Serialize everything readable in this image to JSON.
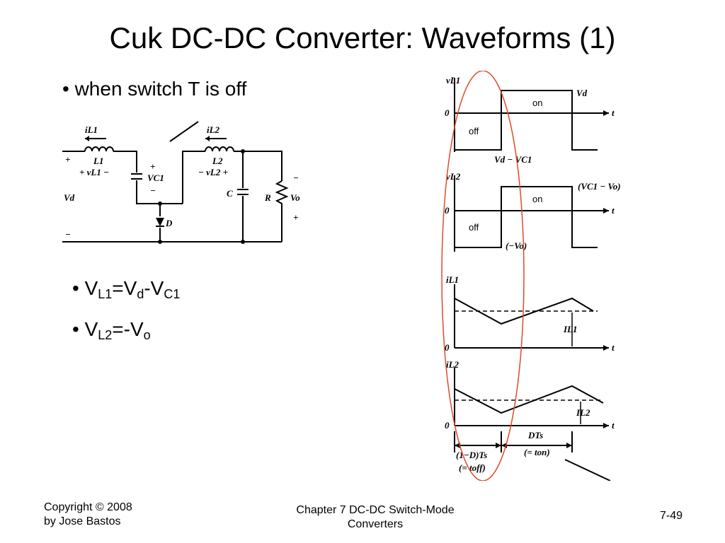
{
  "slide": {
    "title": "Cuk DC-DC Converter: Waveforms (1)",
    "bullet_main": "• when switch T is off",
    "eq1": {
      "b": "• V",
      "s1": "L1",
      "m": "=V",
      "s2": "d",
      "m2": "-V",
      "s3": "C1"
    },
    "eq2": {
      "b": "• V",
      "s1": "L2",
      "m": "=-V",
      "s2": "o"
    }
  },
  "circuit": {
    "iL1": "iL1",
    "iL2": "iL2",
    "L1": "L1",
    "L2": "L2",
    "vL1": "+ vL1 −",
    "vL2": "− vL2 +",
    "vC1": "VC1",
    "C": "C",
    "R": "R",
    "Vo": "Vo",
    "Vd": "Vd",
    "D": "D",
    "plus": "+",
    "minus": "−"
  },
  "waveforms": {
    "vL1": "vL1",
    "vL2": "vL2",
    "iL1": "iL1",
    "iL2": "iL2",
    "zero": "0",
    "t": "t",
    "on": "on",
    "off": "off",
    "Vd": "Vd",
    "VdVC1": "Vd − VC1",
    "VC1Vo": "(VC1 − Vo)",
    "negVo": "(−Vo)",
    "IL1": "IL1",
    "IL2": "IL2",
    "DTs": "DTs",
    "ton": "(= ton)",
    "oneMinusD": "(1−D)Ts",
    "toff": "(= toff)"
  },
  "footer": {
    "copyright1": "Copyright © 2008",
    "copyright2": "by Jose Bastos",
    "chapter1": "Chapter 7 DC-DC Switch-Mode",
    "chapter2": "Converters",
    "page": "7-49"
  },
  "colors": {
    "highlight": "#e04a2a"
  }
}
